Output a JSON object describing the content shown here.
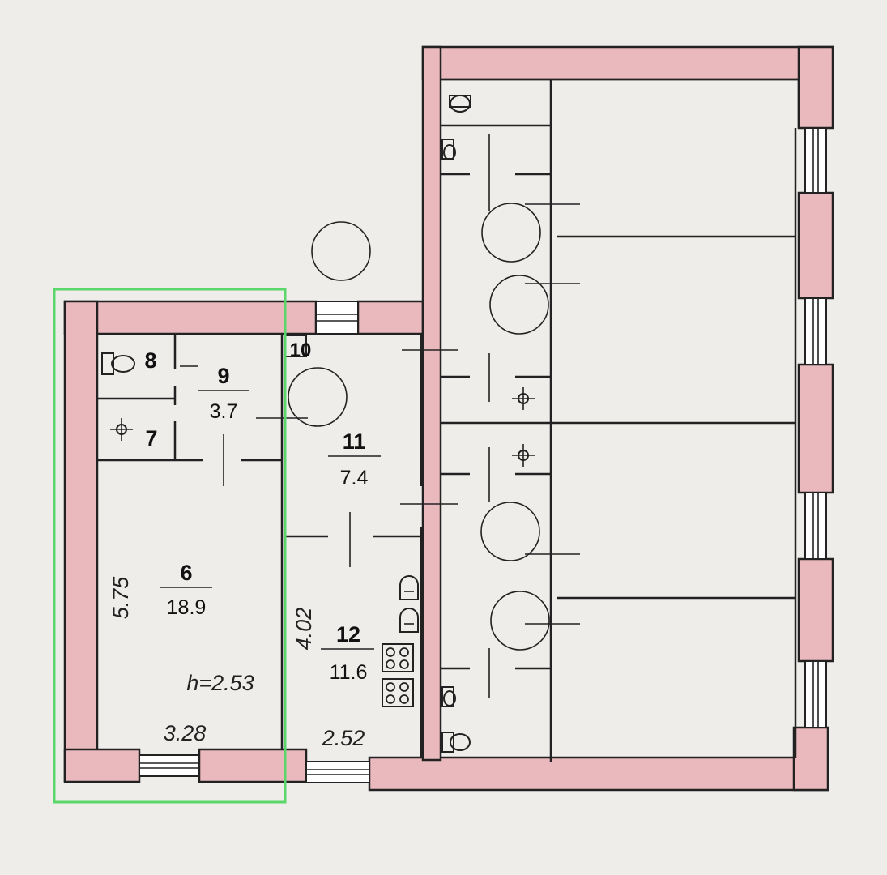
{
  "rooms": [
    {
      "number": "6",
      "area": "18.9"
    },
    {
      "number": "7"
    },
    {
      "number": "8"
    },
    {
      "number": "9",
      "area": "3.7"
    },
    {
      "number": "10"
    },
    {
      "number": "11",
      "area": "7.4"
    },
    {
      "number": "12",
      "area": "11.6"
    }
  ],
  "dimensions": {
    "room6_height": "5.75",
    "room6_width": "3.28",
    "room12_height": "4.02",
    "room12_width": "2.52",
    "ceiling_height": "h=2.53"
  },
  "colors": {
    "wall_fill": "#e9b9bd",
    "selection": "#5bd66b"
  },
  "icons": [
    "toilet-icon",
    "sink-icon",
    "stove-icon",
    "door-swing-icon",
    "window-icon"
  ]
}
